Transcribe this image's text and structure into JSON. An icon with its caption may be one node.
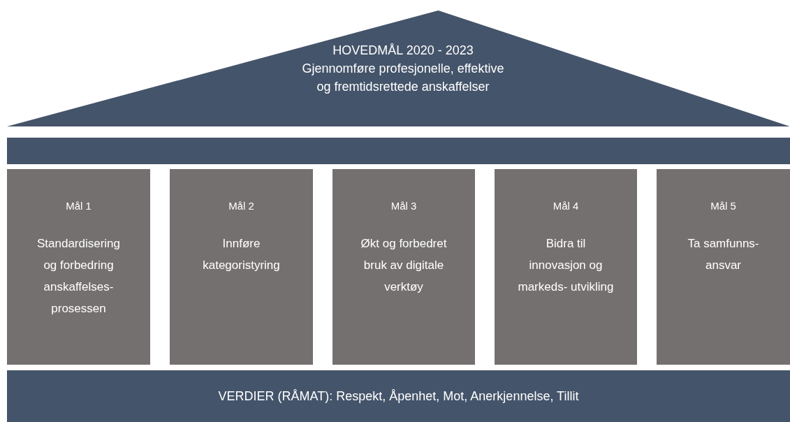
{
  "diagram": {
    "nodes": [
      {
        "text": [
          "HOVEDMÅL 2020 - 2023",
          "Gjennomføre profesjonelle, effektive og fremtidsrettede anskaffelser"
        ]
      },
      {
        "text": [],
        "shape": "bar"
      },
      {
        "text": [
          "Mål 1",
          "Standardisering og forbedring anskaffelses- prosessen"
        ]
      },
      {
        "text": [
          "Mål 2",
          "Innføre kategoristyring"
        ]
      },
      {
        "text": [
          "Mål 3",
          "Økt og forbedret bruk av digitale verktøy"
        ]
      },
      {
        "text": [
          "Mål 4",
          "Bidra til innovasjon og markeds- utvikling"
        ]
      },
      {
        "text": [
          "Mål 5",
          "Ta samfunns- ansvar"
        ]
      },
      {
        "text": [
          "VERDIER (RÅMAT): Respekt, Åpenhet, Mot, Anerkjennelse, Tillit"
        ]
      }
    ]
  }
}
